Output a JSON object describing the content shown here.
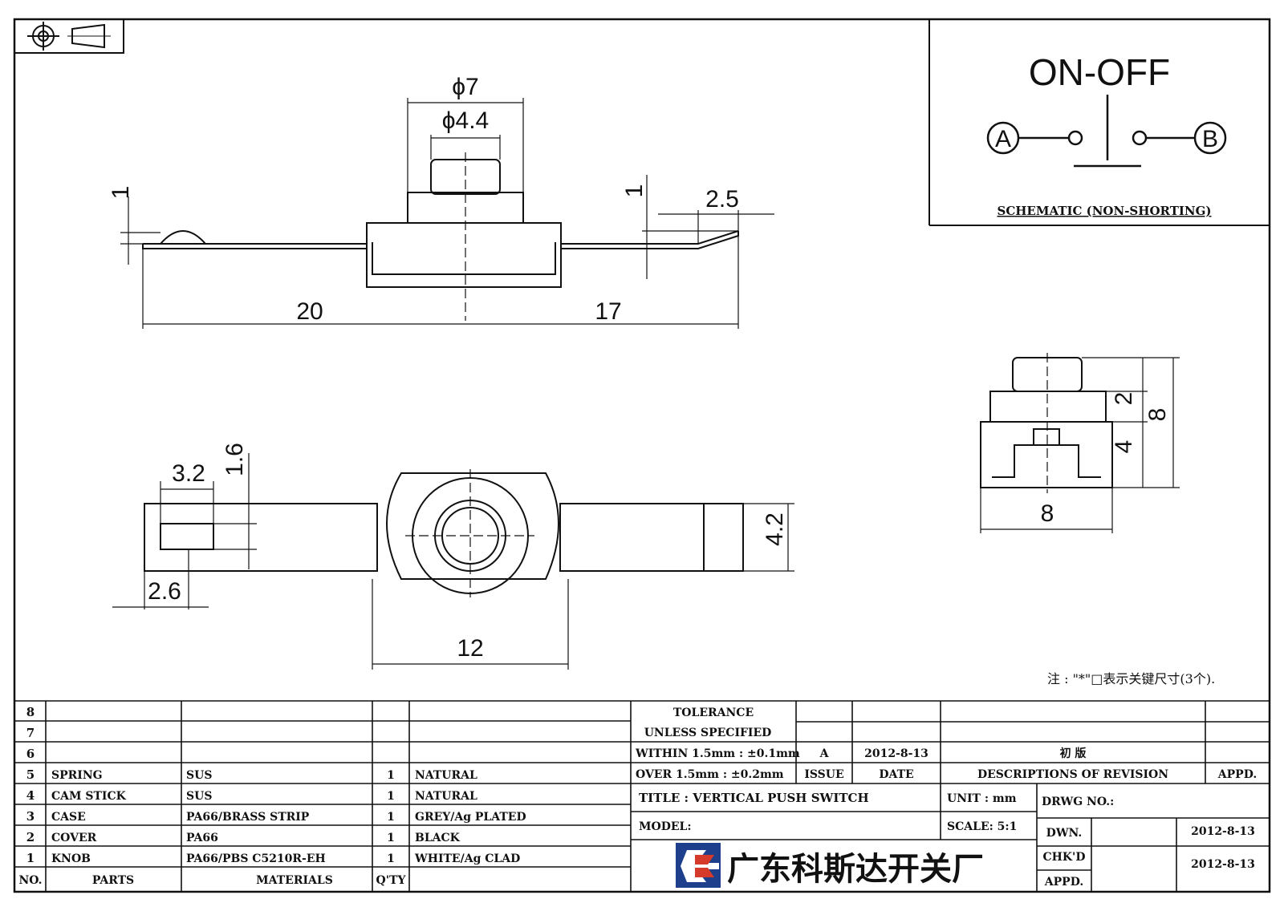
{
  "projection_symbol": "first-angle-projection-icon",
  "schematic": {
    "title": "ON-OFF",
    "terminal_a": "A",
    "terminal_b": "B",
    "caption": "SCHEMATIC (NON-SHORTING)"
  },
  "dimensions": {
    "knob_outer_dia": "ϕ7",
    "knob_inner_dia": "ϕ4.4",
    "left_tab_height": "1",
    "right_tab_height": "1",
    "right_bend": "2.5",
    "left_length": "20",
    "right_length": "17",
    "slot_width": "3.2",
    "slot_height": "1.6",
    "slot_offset": "2.6",
    "strip_width": "4.2",
    "base_width": "12",
    "side_width": "8",
    "side_knob_height": "2",
    "side_body_height": "4",
    "side_total_height": "8"
  },
  "note": "注 : \"*\"□表示关键尺寸(3个).",
  "bom": {
    "rows": [
      {
        "no": "8",
        "part": "",
        "material": "",
        "qty": "",
        "finish": ""
      },
      {
        "no": "7",
        "part": "",
        "material": "",
        "qty": "",
        "finish": ""
      },
      {
        "no": "6",
        "part": "",
        "material": "",
        "qty": "",
        "finish": ""
      },
      {
        "no": "5",
        "part": "SPRING",
        "material": "SUS",
        "qty": "1",
        "finish": "NATURAL"
      },
      {
        "no": "4",
        "part": "CAM STICK",
        "material": "SUS",
        "qty": "1",
        "finish": "NATURAL"
      },
      {
        "no": "3",
        "part": "CASE",
        "material": "PA66/BRASS STRIP",
        "qty": "1",
        "finish": "GREY/Ag PLATED"
      },
      {
        "no": "2",
        "part": "COVER",
        "material": "PA66",
        "qty": "1",
        "finish": "BLACK"
      },
      {
        "no": "1",
        "part": "KNOB",
        "material": "PA66/PBS C5210R-EH",
        "qty": "1",
        "finish": "WHITE/Ag CLAD"
      }
    ],
    "headers": {
      "no": "NO.",
      "part": "PARTS",
      "material": "MATERIALS",
      "qty": "Q'TY"
    }
  },
  "title_block": {
    "tolerance_1": "TOLERANCE",
    "tolerance_2": "UNLESS  SPECIFIED",
    "tolerance_3": "WITHIN 1.5mm : ±0.1mm",
    "tolerance_4": "OVER 1.5mm : ±0.2mm",
    "rev_issue": "A",
    "rev_date": "2012-8-13",
    "rev_desc": "初  版",
    "issue_label": "ISSUE",
    "date_label": "DATE",
    "desc_label": "DESCRIPTIONS OF REVISION",
    "appd_label": "APPD.",
    "title_label": "TITLE :  VERTICAL PUSH SWITCH",
    "unit_label": "UNIT :  mm",
    "drwg_label": "DRWG NO.:",
    "model_label": "MODEL:",
    "scale_label": "SCALE:  5:1",
    "dwn_label": "DWN.",
    "dwn_date": "2012-8-13",
    "chk_label": "CHK'D",
    "chk_date": "2012-8-13",
    "appd2_label": "APPD.",
    "company": "广东科斯达开关厂"
  },
  "colors": {
    "ink": "#111111",
    "logo_blue": "#1e3f8c",
    "logo_red": "#d63a2a"
  }
}
